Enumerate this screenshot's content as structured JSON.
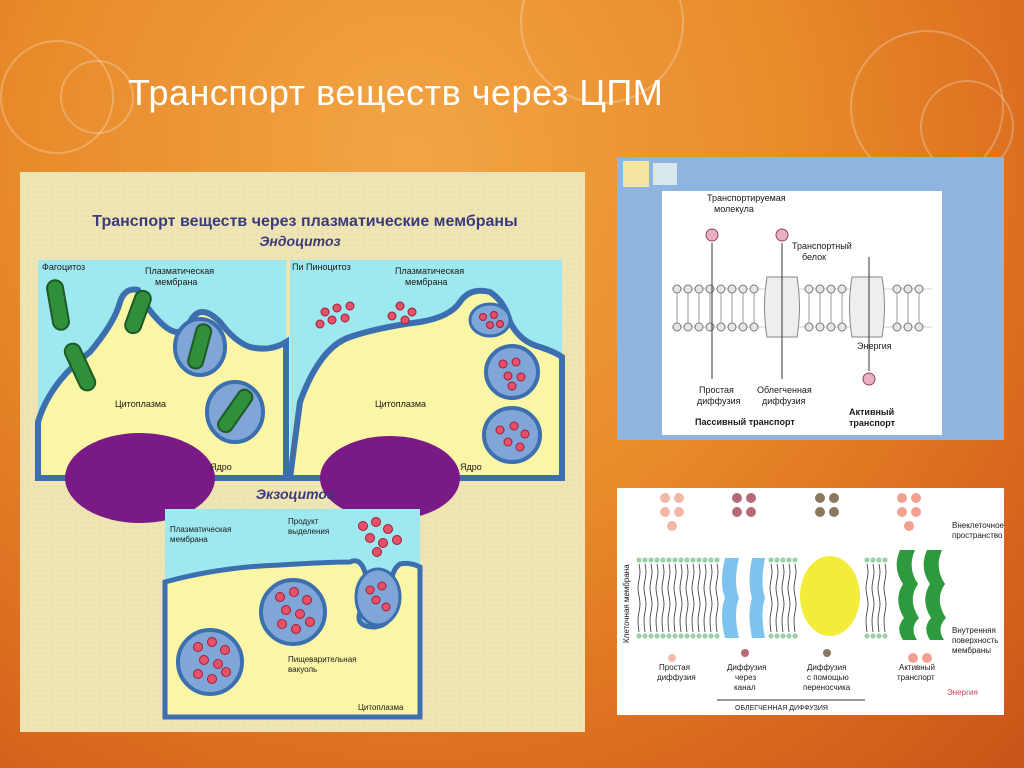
{
  "slide": {
    "title": "Транспорт веществ через ЦПМ"
  },
  "left_panel": {
    "heading": "Транспорт веществ через плазматические мембраны",
    "endocytosis": "Эндоцитоз",
    "phagocytosis": "Фагоцитоз",
    "pinocytosis": "Пиноцитоз",
    "pi_fragment": "Пи",
    "plasma_membrane": [
      "Плазматическая",
      "мембрана"
    ],
    "cytoplasm": "Цитоплазма",
    "nucleus": "Ядро",
    "exocytosis": "Экзоцитоз",
    "exo_membrane": [
      "Плазматическая",
      "мембрана"
    ],
    "secretion_product": [
      "Продукт",
      "выделения"
    ],
    "digestive_vacuole": [
      "Пищеварительная",
      "вакуоль"
    ],
    "exo_cytoplasm": "Цитоплазма"
  },
  "top_right_panel": {
    "transported_molecule": [
      "Транспортируемая",
      "молекула"
    ],
    "transport_protein": [
      "Транспортный",
      "белок"
    ],
    "energy": "Энергия",
    "simple_diffusion": [
      "Простая",
      "диффузия"
    ],
    "facilitated_diffusion": [
      "Облегченная",
      "диффузия"
    ],
    "passive_transport": "Пассивный транспорт",
    "active_transport": [
      "Активный",
      "транспорт"
    ]
  },
  "bottom_right_panel": {
    "cell_membrane": "Клеточная мембрана",
    "extracellular_space": [
      "Внеклеточное",
      "пространство"
    ],
    "inner_surface": [
      "Внутренняя",
      "поверхность",
      "мембраны"
    ],
    "simple_diffusion": [
      "Простая",
      "диффузия"
    ],
    "channel_diffusion": [
      "Диффузия",
      "через",
      "канал"
    ],
    "carrier_diffusion": [
      "Диффузия",
      "с помощью",
      "переносчика"
    ],
    "active_transport": [
      "Активный",
      "транспорт"
    ],
    "energy": "Энергия",
    "facilitated_diffusion": "ОБЛЕГЧЕННАЯ ДИФФУЗИЯ"
  },
  "colors": {
    "membrane_blue": "#3b6fb0",
    "cytoplasm_yellow": "#fbf6a6",
    "nucleus_purple": "#7a1a86",
    "bacteria_green": "#2f8f3a",
    "droplet_red": "#e8506a"
  }
}
